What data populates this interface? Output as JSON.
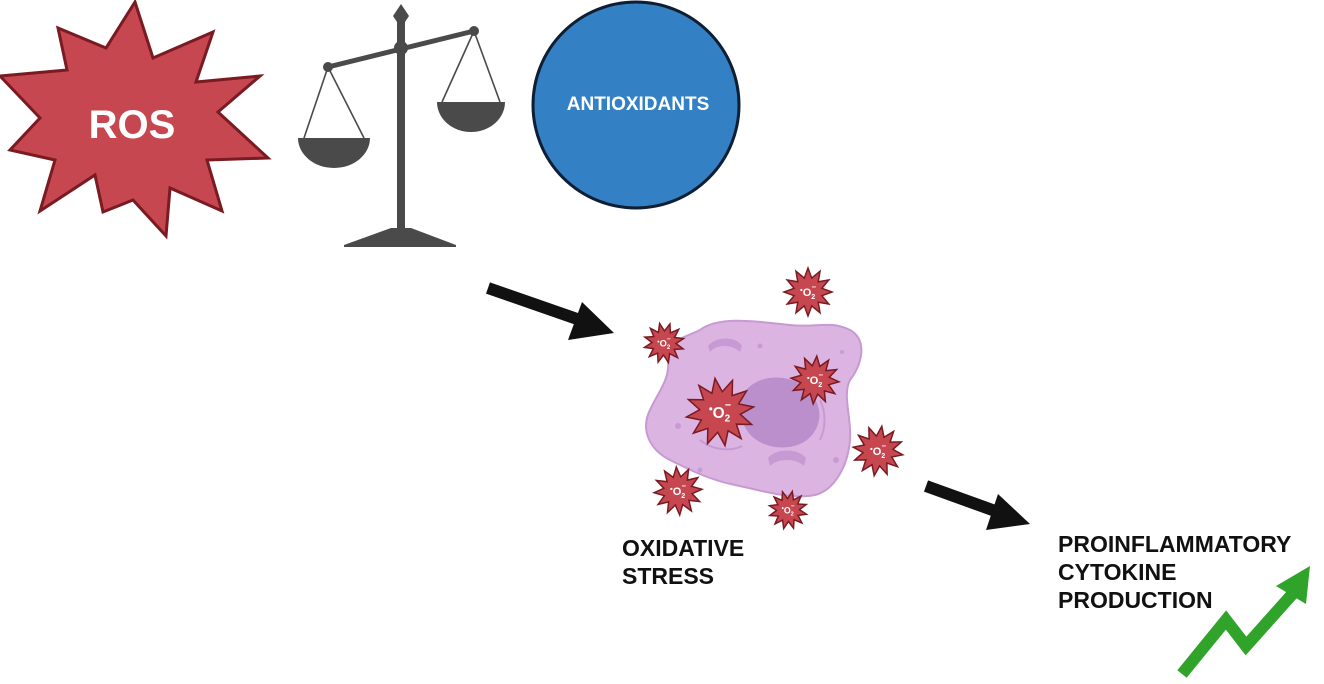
{
  "ros": {
    "label": "ROS",
    "fill": "#c6474f",
    "stroke": "#7a1a22"
  },
  "antioxidants": {
    "label": "ANTIOXIDANTS",
    "fill": "#3380c4",
    "stroke": "#0e1e33"
  },
  "scale": {
    "color": "#4a4a4a"
  },
  "cell": {
    "fill": "#dcb4e2",
    "nucleus_fill": "#bb8fcc",
    "stroke": "#c79ad3"
  },
  "superoxide": {
    "label": "O",
    "subscript": "2",
    "charge": "−",
    "radical": "•",
    "fill": "#c6474f",
    "stroke": "#7a1a22"
  },
  "oxidative_stress": {
    "line1": "OXIDATIVE",
    "line2": "STRESS"
  },
  "cytokine": {
    "line1": "PROINFLAMMATORY",
    "line2": "CYTOKINE",
    "line3": "PRODUCTION"
  },
  "arrow_color": "#111111",
  "trend_color": "#2fa32a"
}
